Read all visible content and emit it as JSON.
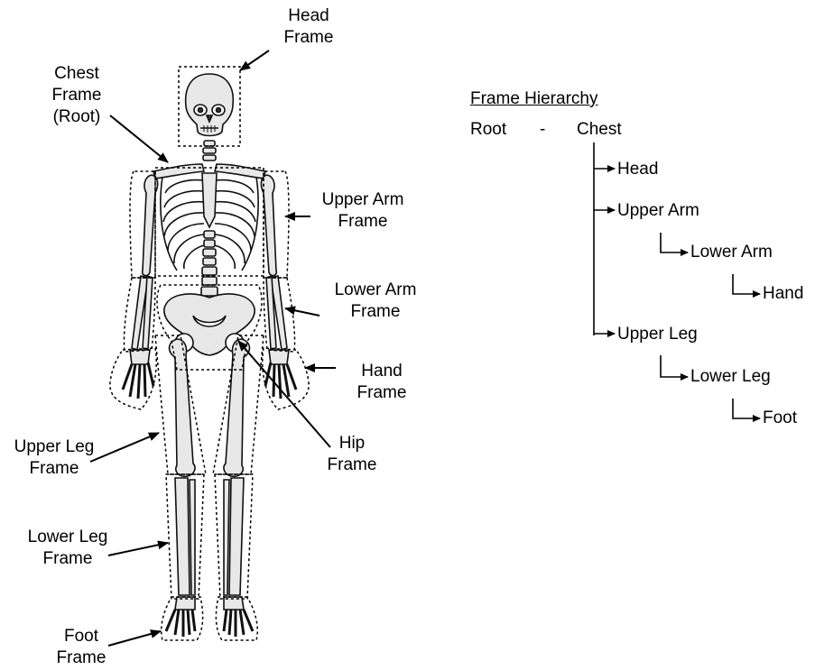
{
  "labels": {
    "head": [
      "Head",
      "Frame"
    ],
    "chest": [
      "Chest",
      "Frame",
      "(Root)"
    ],
    "upper_arm": [
      "Upper Arm",
      "Frame"
    ],
    "lower_arm": [
      "Lower Arm",
      "Frame"
    ],
    "hand": [
      "Hand",
      "Frame"
    ],
    "hip": [
      "Hip",
      "Frame"
    ],
    "upper_leg": [
      "Upper Leg",
      "Frame"
    ],
    "lower_leg": [
      "Lower Leg",
      "Frame"
    ],
    "foot": [
      "Foot",
      "Frame"
    ]
  },
  "hierarchy": {
    "title": "Frame Hierarchy",
    "root_label": "Root",
    "dash": "-",
    "root_node": "Chest",
    "nodes": {
      "head": "Head",
      "upper_arm": "Upper Arm",
      "lower_arm": "Lower Arm",
      "hand": "Hand",
      "upper_leg": "Upper Leg",
      "lower_leg": "Lower Leg",
      "foot": "Foot"
    }
  }
}
